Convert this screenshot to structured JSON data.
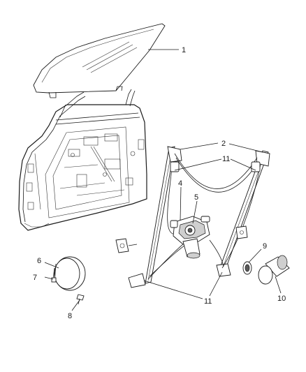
{
  "callouts": {
    "c1": "1",
    "c2": "2",
    "c4": "4",
    "c5": "5",
    "c6": "6",
    "c7": "7",
    "c8": "8",
    "c9": "9",
    "c10": "10",
    "c11a": "11",
    "c11b": "11"
  }
}
